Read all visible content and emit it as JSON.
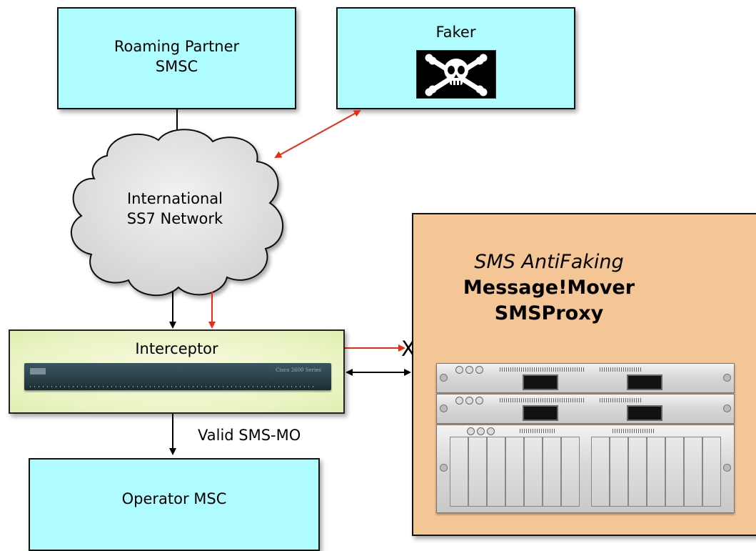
{
  "nodes": {
    "roaming": {
      "line1": "Roaming Partner",
      "line2": "SMSC"
    },
    "faker": {
      "label": "Faker"
    },
    "network": {
      "line1": "International",
      "line2": "SS7 Network"
    },
    "interceptor": {
      "label": "Interceptor",
      "router_brand": "Cisco 2600 Series"
    },
    "operator": {
      "label": "Operator MSC"
    },
    "antifaking": {
      "line1": "SMS AntiFaking",
      "line2": "Message!Mover",
      "line3": "SMSProxy"
    }
  },
  "edges": {
    "valid_label": "Valid SMS-MO",
    "blocked_mark": "X"
  },
  "colors": {
    "box_fill": "#aefcfe",
    "proxy_fill": "#f4c595",
    "interceptor_fill": "#eaf4c3",
    "cloud_fill": "#dcdcdc",
    "arrow_black": "#000000",
    "arrow_red": "#ee2a12"
  },
  "icons": {
    "faker_image": "skull-crossbones-icon",
    "router_image": "cisco-router-icon",
    "server_image": "rack-server-icon"
  }
}
